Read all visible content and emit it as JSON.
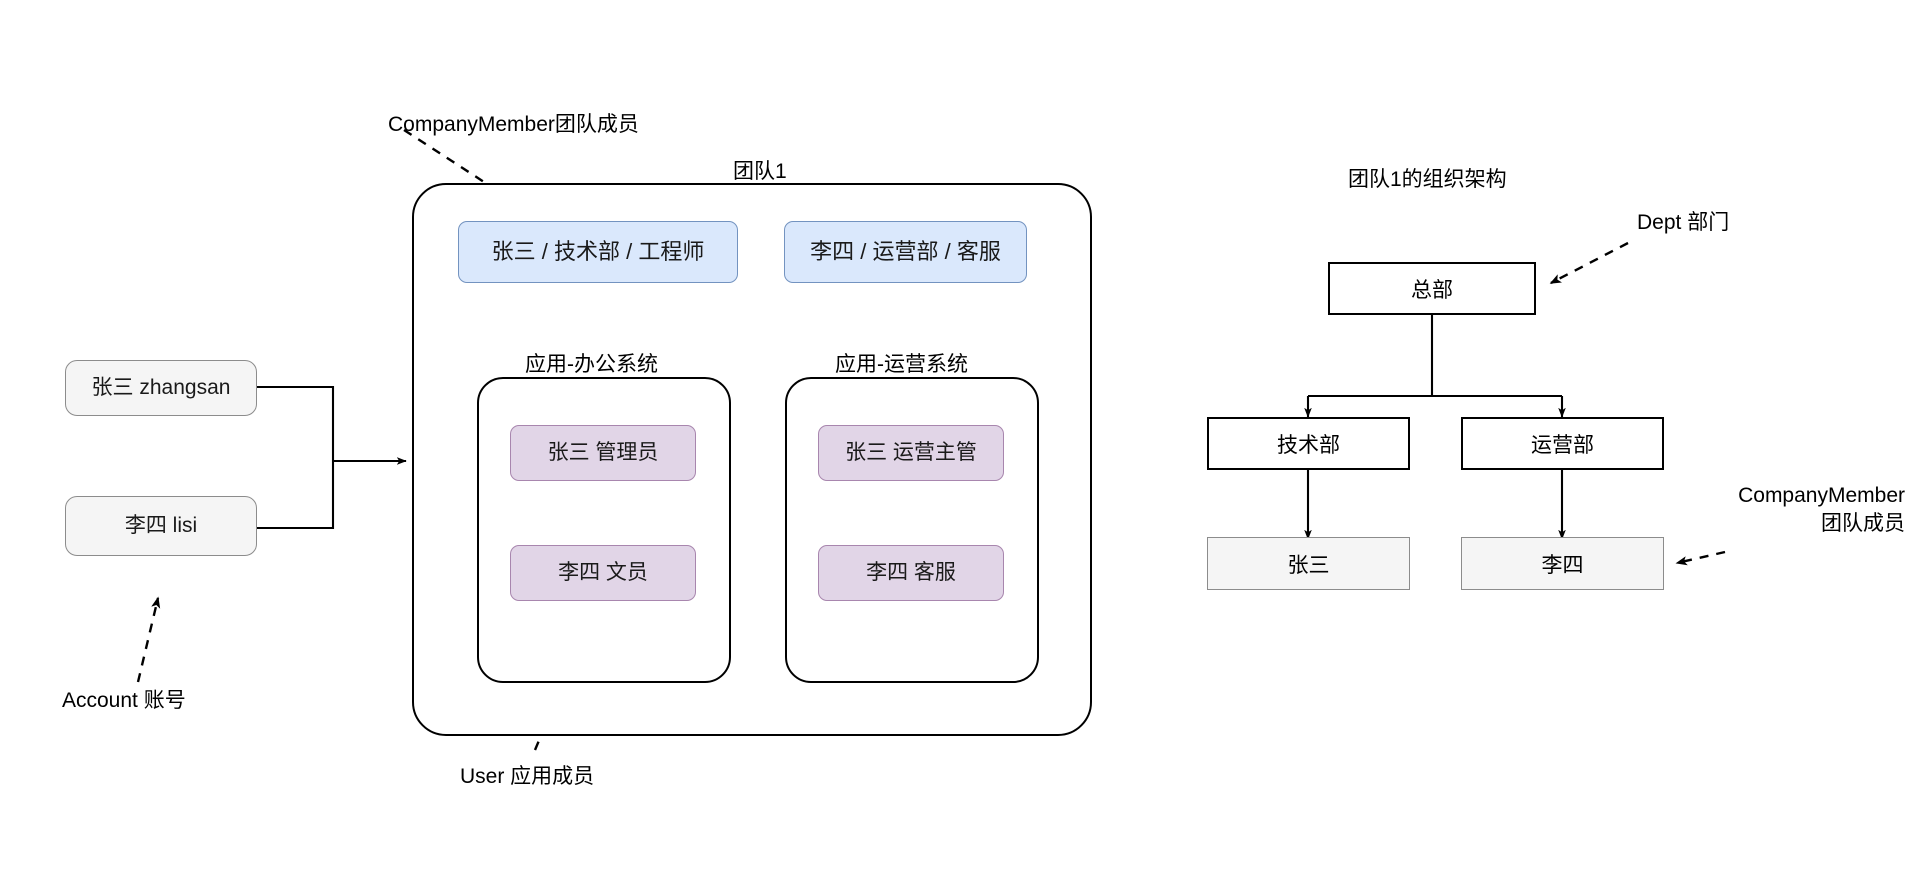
{
  "diagram": {
    "title_left": "团队1",
    "title_right": "团队1的组织架构"
  },
  "accounts": {
    "annotation": "Account 账号",
    "items": [
      {
        "label": "张三 zhangsan"
      },
      {
        "label": "李四 lisi"
      }
    ]
  },
  "team": {
    "name": "团队1",
    "member_annotation": "CompanyMember团队成员",
    "members": [
      {
        "label": "张三 / 技术部 / 工程师"
      },
      {
        "label": "李四 / 运营部 / 客服"
      }
    ],
    "user_annotation": "User 应用成员",
    "apps": [
      {
        "title": "应用-办公系统",
        "users": [
          {
            "label": "张三 管理员"
          },
          {
            "label": "李四 文员"
          }
        ]
      },
      {
        "title": "应用-运营系统",
        "users": [
          {
            "label": "张三 运营主管"
          },
          {
            "label": "李四 客服"
          }
        ]
      }
    ]
  },
  "org_chart": {
    "title": "团队1的组织架构",
    "dept_annotation": "Dept 部门",
    "member_annotation_line1": "CompanyMember",
    "member_annotation_line2": "团队成员",
    "root": {
      "label": "总部"
    },
    "departments": [
      {
        "label": "技术部",
        "member": "张三"
      },
      {
        "label": "运营部",
        "member": "李四"
      }
    ]
  },
  "colors": {
    "member_fill": "#dae8fc",
    "member_stroke": "#7393c0",
    "user_fill": "#e1d5e7",
    "user_stroke": "#a886ae",
    "account_fill": "#f5f5f5",
    "account_stroke": "#8c8c8c",
    "line": "#000000"
  }
}
